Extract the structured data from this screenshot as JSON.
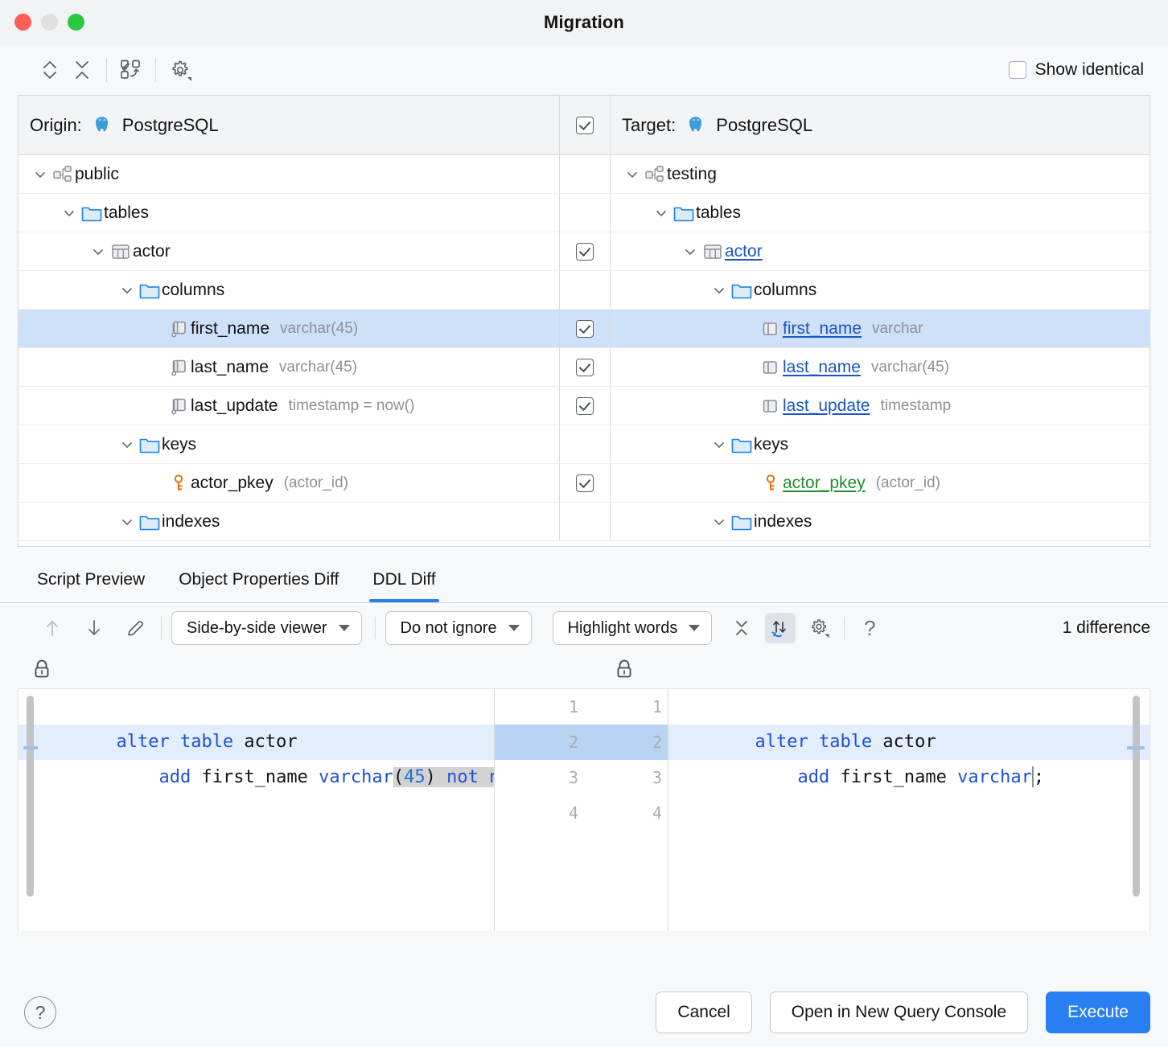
{
  "window": {
    "title": "Migration"
  },
  "toolbar": {
    "expand_all": "expand-all",
    "collapse_all": "collapse-all",
    "swap": "swap-sides",
    "settings": "settings",
    "show_identical_label": "Show identical",
    "show_identical_checked": false
  },
  "compare": {
    "origin_label": "Origin:",
    "origin_value": "PostgreSQL",
    "target_label": "Target:",
    "target_value": "PostgreSQL",
    "header_checkbox_checked": true,
    "rows": [
      {
        "left": {
          "name": "public",
          "type": "",
          "icon": "schema-icon",
          "indent": 0,
          "chevron": true,
          "style": "plain"
        },
        "checkbox": null,
        "right": {
          "name": "testing",
          "type": "",
          "icon": "schema-icon",
          "indent": 0,
          "chevron": true,
          "style": "plain"
        },
        "selected": false
      },
      {
        "left": {
          "name": "tables",
          "type": "",
          "icon": "folder-icon",
          "indent": 1,
          "chevron": true,
          "style": "plain"
        },
        "checkbox": null,
        "right": {
          "name": "tables",
          "type": "",
          "icon": "folder-icon",
          "indent": 1,
          "chevron": true,
          "style": "plain"
        },
        "selected": false
      },
      {
        "left": {
          "name": "actor",
          "type": "",
          "icon": "table-icon",
          "indent": 2,
          "chevron": true,
          "style": "plain"
        },
        "checkbox": true,
        "right": {
          "name": "actor",
          "type": "",
          "icon": "table-icon",
          "indent": 2,
          "chevron": true,
          "style": "blue"
        },
        "selected": false
      },
      {
        "left": {
          "name": "columns",
          "type": "",
          "icon": "folder-icon",
          "indent": 3,
          "chevron": true,
          "style": "plain"
        },
        "checkbox": null,
        "right": {
          "name": "columns",
          "type": "",
          "icon": "folder-icon",
          "indent": 3,
          "chevron": true,
          "style": "plain"
        },
        "selected": false
      },
      {
        "left": {
          "name": "first_name",
          "type": "varchar(45)",
          "icon": "column-notnull-icon",
          "indent": 4,
          "chevron": false,
          "style": "plain"
        },
        "checkbox": true,
        "right": {
          "name": "first_name",
          "type": "varchar",
          "icon": "column-icon",
          "indent": 4,
          "chevron": false,
          "style": "blue"
        },
        "selected": true
      },
      {
        "left": {
          "name": "last_name",
          "type": "varchar(45)",
          "icon": "column-notnull-icon",
          "indent": 4,
          "chevron": false,
          "style": "plain"
        },
        "checkbox": true,
        "right": {
          "name": "last_name",
          "type": "varchar(45)",
          "icon": "column-icon",
          "indent": 4,
          "chevron": false,
          "style": "blue"
        },
        "selected": false
      },
      {
        "left": {
          "name": "last_update",
          "type": "timestamp = now()",
          "icon": "column-notnull-icon",
          "indent": 4,
          "chevron": false,
          "style": "plain"
        },
        "checkbox": true,
        "right": {
          "name": "last_update",
          "type": "timestamp",
          "icon": "column-icon",
          "indent": 4,
          "chevron": false,
          "style": "blue"
        },
        "selected": false
      },
      {
        "left": {
          "name": "keys",
          "type": "",
          "icon": "folder-icon",
          "indent": 3,
          "chevron": true,
          "style": "plain"
        },
        "checkbox": null,
        "right": {
          "name": "keys",
          "type": "",
          "icon": "folder-icon",
          "indent": 3,
          "chevron": true,
          "style": "plain"
        },
        "selected": false
      },
      {
        "left": {
          "name": "actor_pkey",
          "type": "(actor_id)",
          "icon": "key-icon",
          "indent": 4,
          "chevron": false,
          "style": "plain"
        },
        "checkbox": true,
        "right": {
          "name": "actor_pkey",
          "type": "(actor_id)",
          "icon": "key-icon",
          "indent": 4,
          "chevron": false,
          "style": "green"
        },
        "selected": false
      },
      {
        "left": {
          "name": "indexes",
          "type": "",
          "icon": "folder-icon",
          "indent": 3,
          "chevron": true,
          "style": "plain"
        },
        "checkbox": null,
        "right": {
          "name": "indexes",
          "type": "",
          "icon": "folder-icon",
          "indent": 3,
          "chevron": true,
          "style": "plain"
        },
        "selected": false
      }
    ]
  },
  "tabs": [
    {
      "label": "Script Preview",
      "active": false
    },
    {
      "label": "Object Properties Diff",
      "active": false
    },
    {
      "label": "DDL Diff",
      "active": true
    }
  ],
  "diff_toolbar": {
    "prev_icon": "arrow-up-icon",
    "next_icon": "arrow-down-icon",
    "edit_icon": "pencil-icon",
    "viewer_mode": "Side-by-side viewer",
    "ignore_mode": "Do not ignore",
    "highlight_mode": "Highlight words",
    "collapse_icon": "collapse-unchanged-icon",
    "sync_scroll_icon": "synchronize-scroll-icon",
    "sync_scroll_active": true,
    "settings_icon": "gear-icon",
    "help_icon": "question-icon",
    "difference_count": "1 difference"
  },
  "diff": {
    "left_lock_icon": "lock-icon",
    "right_lock_icon": "lock-icon",
    "line_numbers": [
      "1",
      "2",
      "3",
      "4"
    ],
    "highlighted_line": 2,
    "left": {
      "line1_kw": "alter table",
      "line1_rest": " actor",
      "line2_indent": "    ",
      "line2_kw": "add",
      "line2_name": " first_name ",
      "line2_type": "varchar",
      "line2_diff_open": "(",
      "line2_diff_num": "45",
      "line2_diff_close": ") ",
      "line2_diff_kw": "not n"
    },
    "right": {
      "line1_kw": "alter table",
      "line1_rest": " actor",
      "line2_indent": "    ",
      "line2_kw": "add",
      "line2_name": " first_name ",
      "line2_type": "varchar",
      "line2_tail": ";"
    }
  },
  "footer": {
    "help_label": "?",
    "cancel": "Cancel",
    "open_console": "Open in New Query Console",
    "execute": "Execute"
  },
  "colors": {
    "accent": "#2a7ff0",
    "selection": "#cfe0f9",
    "added": "#1e8c2e",
    "modified": "#1a55c4",
    "key": "#e8730c"
  }
}
